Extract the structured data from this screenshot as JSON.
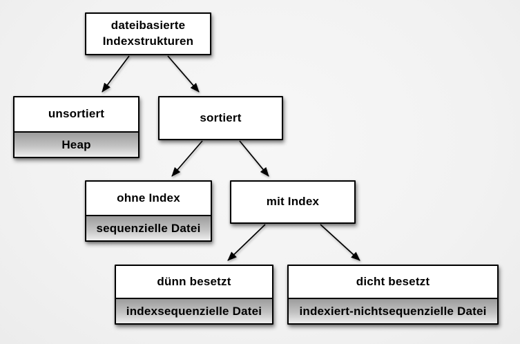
{
  "diagram": {
    "type": "tree",
    "colors": {
      "background": "#f2f2f2",
      "box_fill": "#ffffff",
      "box_border": "#000000",
      "subsection_gradient_top": "#9c9c9c",
      "subsection_gradient_bottom": "#eeeeee",
      "arrow": "#000000",
      "text": "#000000"
    },
    "nodes": {
      "root": {
        "label": "dateibasierte\nIndexstrukturen"
      },
      "unsortiert": {
        "label": "unsortiert",
        "sublabel": "Heap"
      },
      "sortiert": {
        "label": "sortiert"
      },
      "ohne_index": {
        "label": "ohne Index",
        "sublabel": "sequenzielle Datei"
      },
      "mit_index": {
        "label": "mit Index"
      },
      "duenn_besetzt": {
        "label": "dünn besetzt",
        "sublabel": "indexsequenzielle Datei"
      },
      "dicht_besetzt": {
        "label": "dicht besetzt",
        "sublabel": "indexiert-nichtsequenzielle Datei"
      }
    },
    "edges": [
      {
        "from": "root",
        "to": "unsortiert"
      },
      {
        "from": "root",
        "to": "sortiert"
      },
      {
        "from": "sortiert",
        "to": "ohne_index"
      },
      {
        "from": "sortiert",
        "to": "mit_index"
      },
      {
        "from": "mit_index",
        "to": "duenn_besetzt"
      },
      {
        "from": "mit_index",
        "to": "dicht_besetzt"
      }
    ]
  }
}
